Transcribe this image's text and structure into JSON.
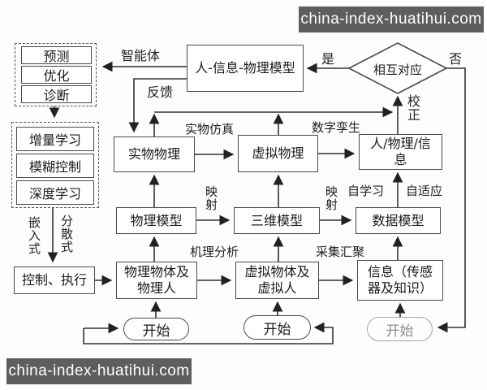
{
  "watermark": {
    "top": "china-index-huatihui.com",
    "bottom": "china-index-huatihui.com"
  },
  "diagram": {
    "agent_group": {
      "items": [
        "预测",
        "优化",
        "诊断"
      ]
    },
    "learning_group": {
      "items": [
        "增量学习",
        "模糊控制",
        "深度学习"
      ]
    },
    "nodes": {
      "hcps_model": "人-信息-物理模型",
      "decision": "相互对应",
      "physical_entity": "实物物理",
      "virtual_physics": "虚拟物理",
      "human_physical_info": "人/物理/信息",
      "physical_model": "物理模型",
      "three_d_model": "三维模型",
      "data_model": "数据模型",
      "physical_objects": "物理物体及物理人",
      "virtual_objects": "虚拟物体及虚拟人",
      "info_sensors": "信息（传感器及知识）",
      "control_execute": "控制、执行",
      "start1": "开始",
      "start2": "开始",
      "start3": "开始"
    },
    "labels": {
      "agent": "智能体",
      "feedback": "反馈",
      "yes": "是",
      "no": "否",
      "correction": "校正",
      "physical_simulation": "实物仿真",
      "digital_twin": "数字孪生",
      "mapping1": "映射",
      "mapping2": "映射",
      "self_learning": "自学习",
      "self_adaptive": "自适应",
      "mechanism_analysis": "机理分析",
      "collection_aggregation": "采集汇聚",
      "embedded": "嵌入式",
      "distributed": "分散式"
    },
    "colors": {
      "line": "#333333",
      "watermark_bg": "#5e5e5e",
      "watermark_text": "#ffffff"
    }
  }
}
